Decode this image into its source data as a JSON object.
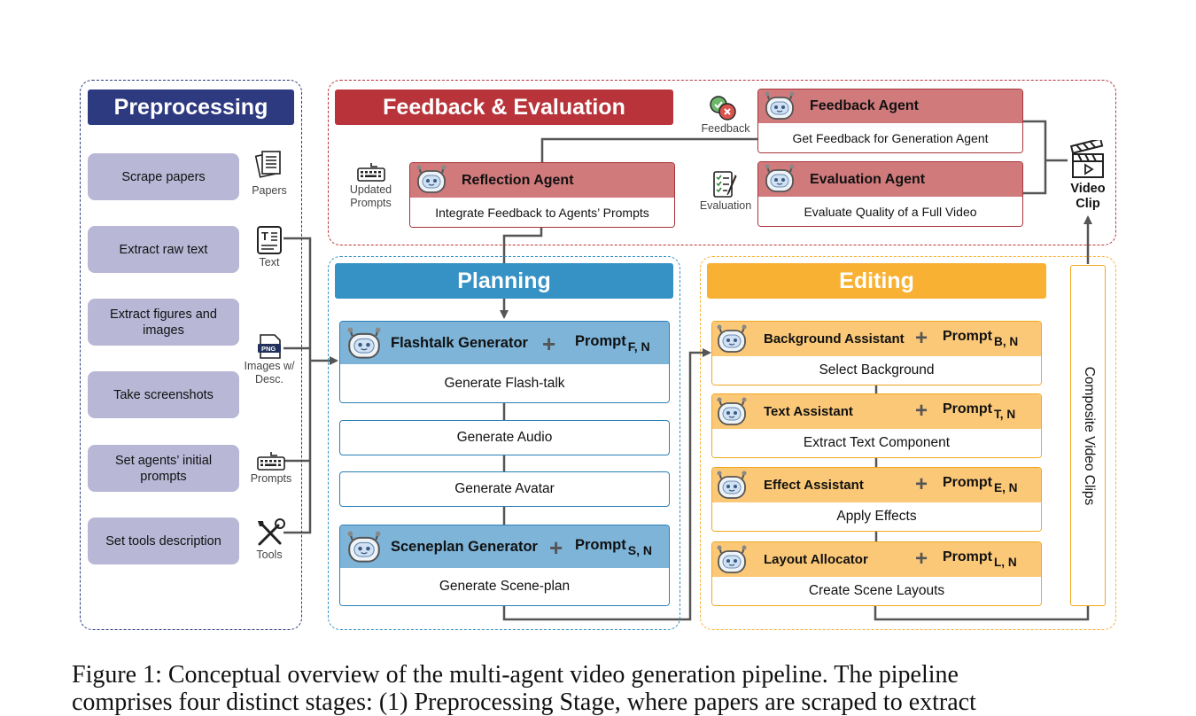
{
  "preprocessing": {
    "title": "Preprocessing",
    "items": [
      "Scrape papers",
      "Extract raw text",
      "Extract figures and images",
      "Take screenshots",
      "Set agents’ initial prompts",
      "Set tools description"
    ],
    "icon_labels": {
      "papers": "Papers",
      "text": "Text",
      "images": "Images w/ Desc.",
      "prompts": "Prompts",
      "tools": "Tools"
    }
  },
  "feedback": {
    "title": "Feedback & Evaluation",
    "updated_prompts": "Updated Prompts",
    "feedback_label": "Feedback",
    "evaluation_label": "Evaluation",
    "reflection_agent": {
      "name": "Reflection Agent",
      "task": "Integrate Feedback to Agents’ Prompts"
    },
    "feedback_agent": {
      "name": "Feedback Agent",
      "task": "Get Feedback for Generation Agent"
    },
    "evaluation_agent": {
      "name": "Evaluation Agent",
      "task": "Evaluate Quality of a Full Video"
    },
    "video_clip": "Video Clip"
  },
  "planning": {
    "title": "Planning",
    "flashtalk": {
      "name": "Flashtalk Generator",
      "prompt": "Prompt",
      "sub": "F, N",
      "task": "Generate Flash-talk"
    },
    "audio": "Generate Audio",
    "avatar": "Generate Avatar",
    "sceneplan": {
      "name": "Sceneplan Generator",
      "prompt": "Prompt",
      "sub": "S, N",
      "task": "Generate Scene-plan"
    }
  },
  "editing": {
    "title": "Editing",
    "composite": "Composite Video Clips",
    "assistants": [
      {
        "name": "Background Assistant",
        "prompt": "Prompt",
        "sub": "B, N",
        "task": "Select Background"
      },
      {
        "name": "Text Assistant",
        "prompt": "Prompt",
        "sub": "T, N",
        "task": "Extract Text Component"
      },
      {
        "name": "Effect Assistant",
        "prompt": "Prompt",
        "sub": "E, N",
        "task": "Apply Effects"
      },
      {
        "name": "Layout Allocator",
        "prompt": "Prompt",
        "sub": "L, N",
        "task": "Create Scene Layouts"
      }
    ]
  },
  "caption": {
    "line1": "Figure 1: Conceptual overview of the multi-agent video generation pipeline. The pipeline",
    "line2": "comprises four distinct stages: (1) Preprocessing Stage, where papers are scraped to extract"
  },
  "colors": {
    "preprocessing": "#2e3a80",
    "feedback": "#b8343a",
    "agent_red": "#d07a7c",
    "planning": "#3691c4",
    "planning_card": "#7db4d8",
    "editing": "#f8b133",
    "editing_card": "#fbc877",
    "pre_item": "#b8b7d6",
    "arrow": "#555555"
  }
}
